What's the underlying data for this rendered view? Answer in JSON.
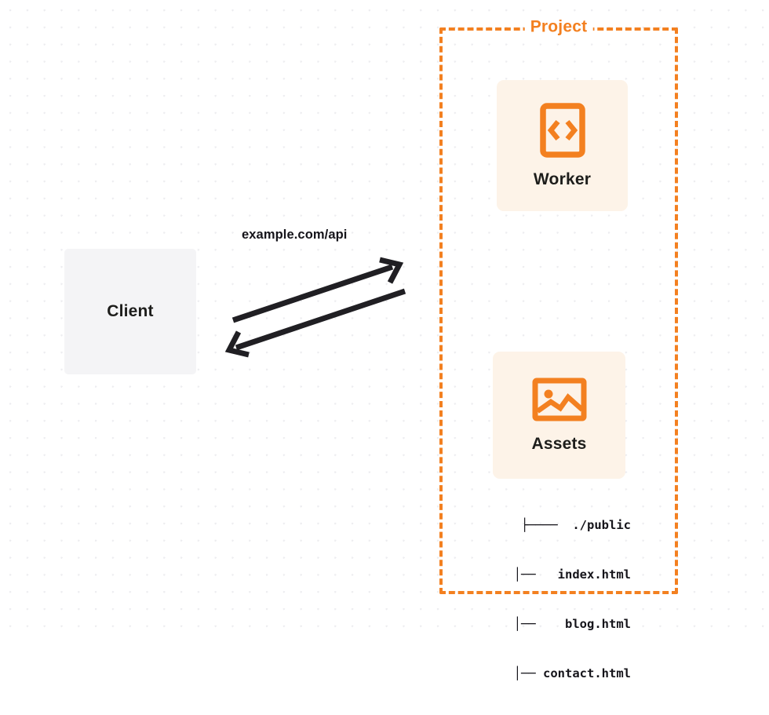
{
  "diagram": {
    "title": "Client to Project (Worker and Assets) request flow",
    "background": {
      "dot_color": "#ededf0",
      "page_color": "#ffffff"
    },
    "colors": {
      "accent_orange": "#f38020",
      "card_bg": "#fdf3e8",
      "client_bg": "#f4f4f6",
      "text_dark": "#15141a"
    },
    "client": {
      "label": "Client"
    },
    "connection": {
      "label": "example.com/api",
      "request_direction": "client-to-project",
      "response_direction": "project-to-client"
    },
    "project": {
      "label": "Project",
      "border_style": "dashed",
      "nodes": [
        {
          "label": "Worker",
          "icon": "code-brackets-icon"
        },
        {
          "label": "Assets",
          "icon": "image-icon"
        }
      ],
      "file_tree": [
        {
          "connector": "├────",
          "name": "./public"
        },
        {
          "connector": "│──",
          "name": "index.html"
        },
        {
          "connector": "│──",
          "name": "blog.html"
        },
        {
          "connector": "│──",
          "name": "contact.html"
        }
      ],
      "file_tree_lines": [
        "├────  ./public",
        "│──   index.html",
        "│──    blog.html",
        "│── contact.html"
      ]
    }
  }
}
